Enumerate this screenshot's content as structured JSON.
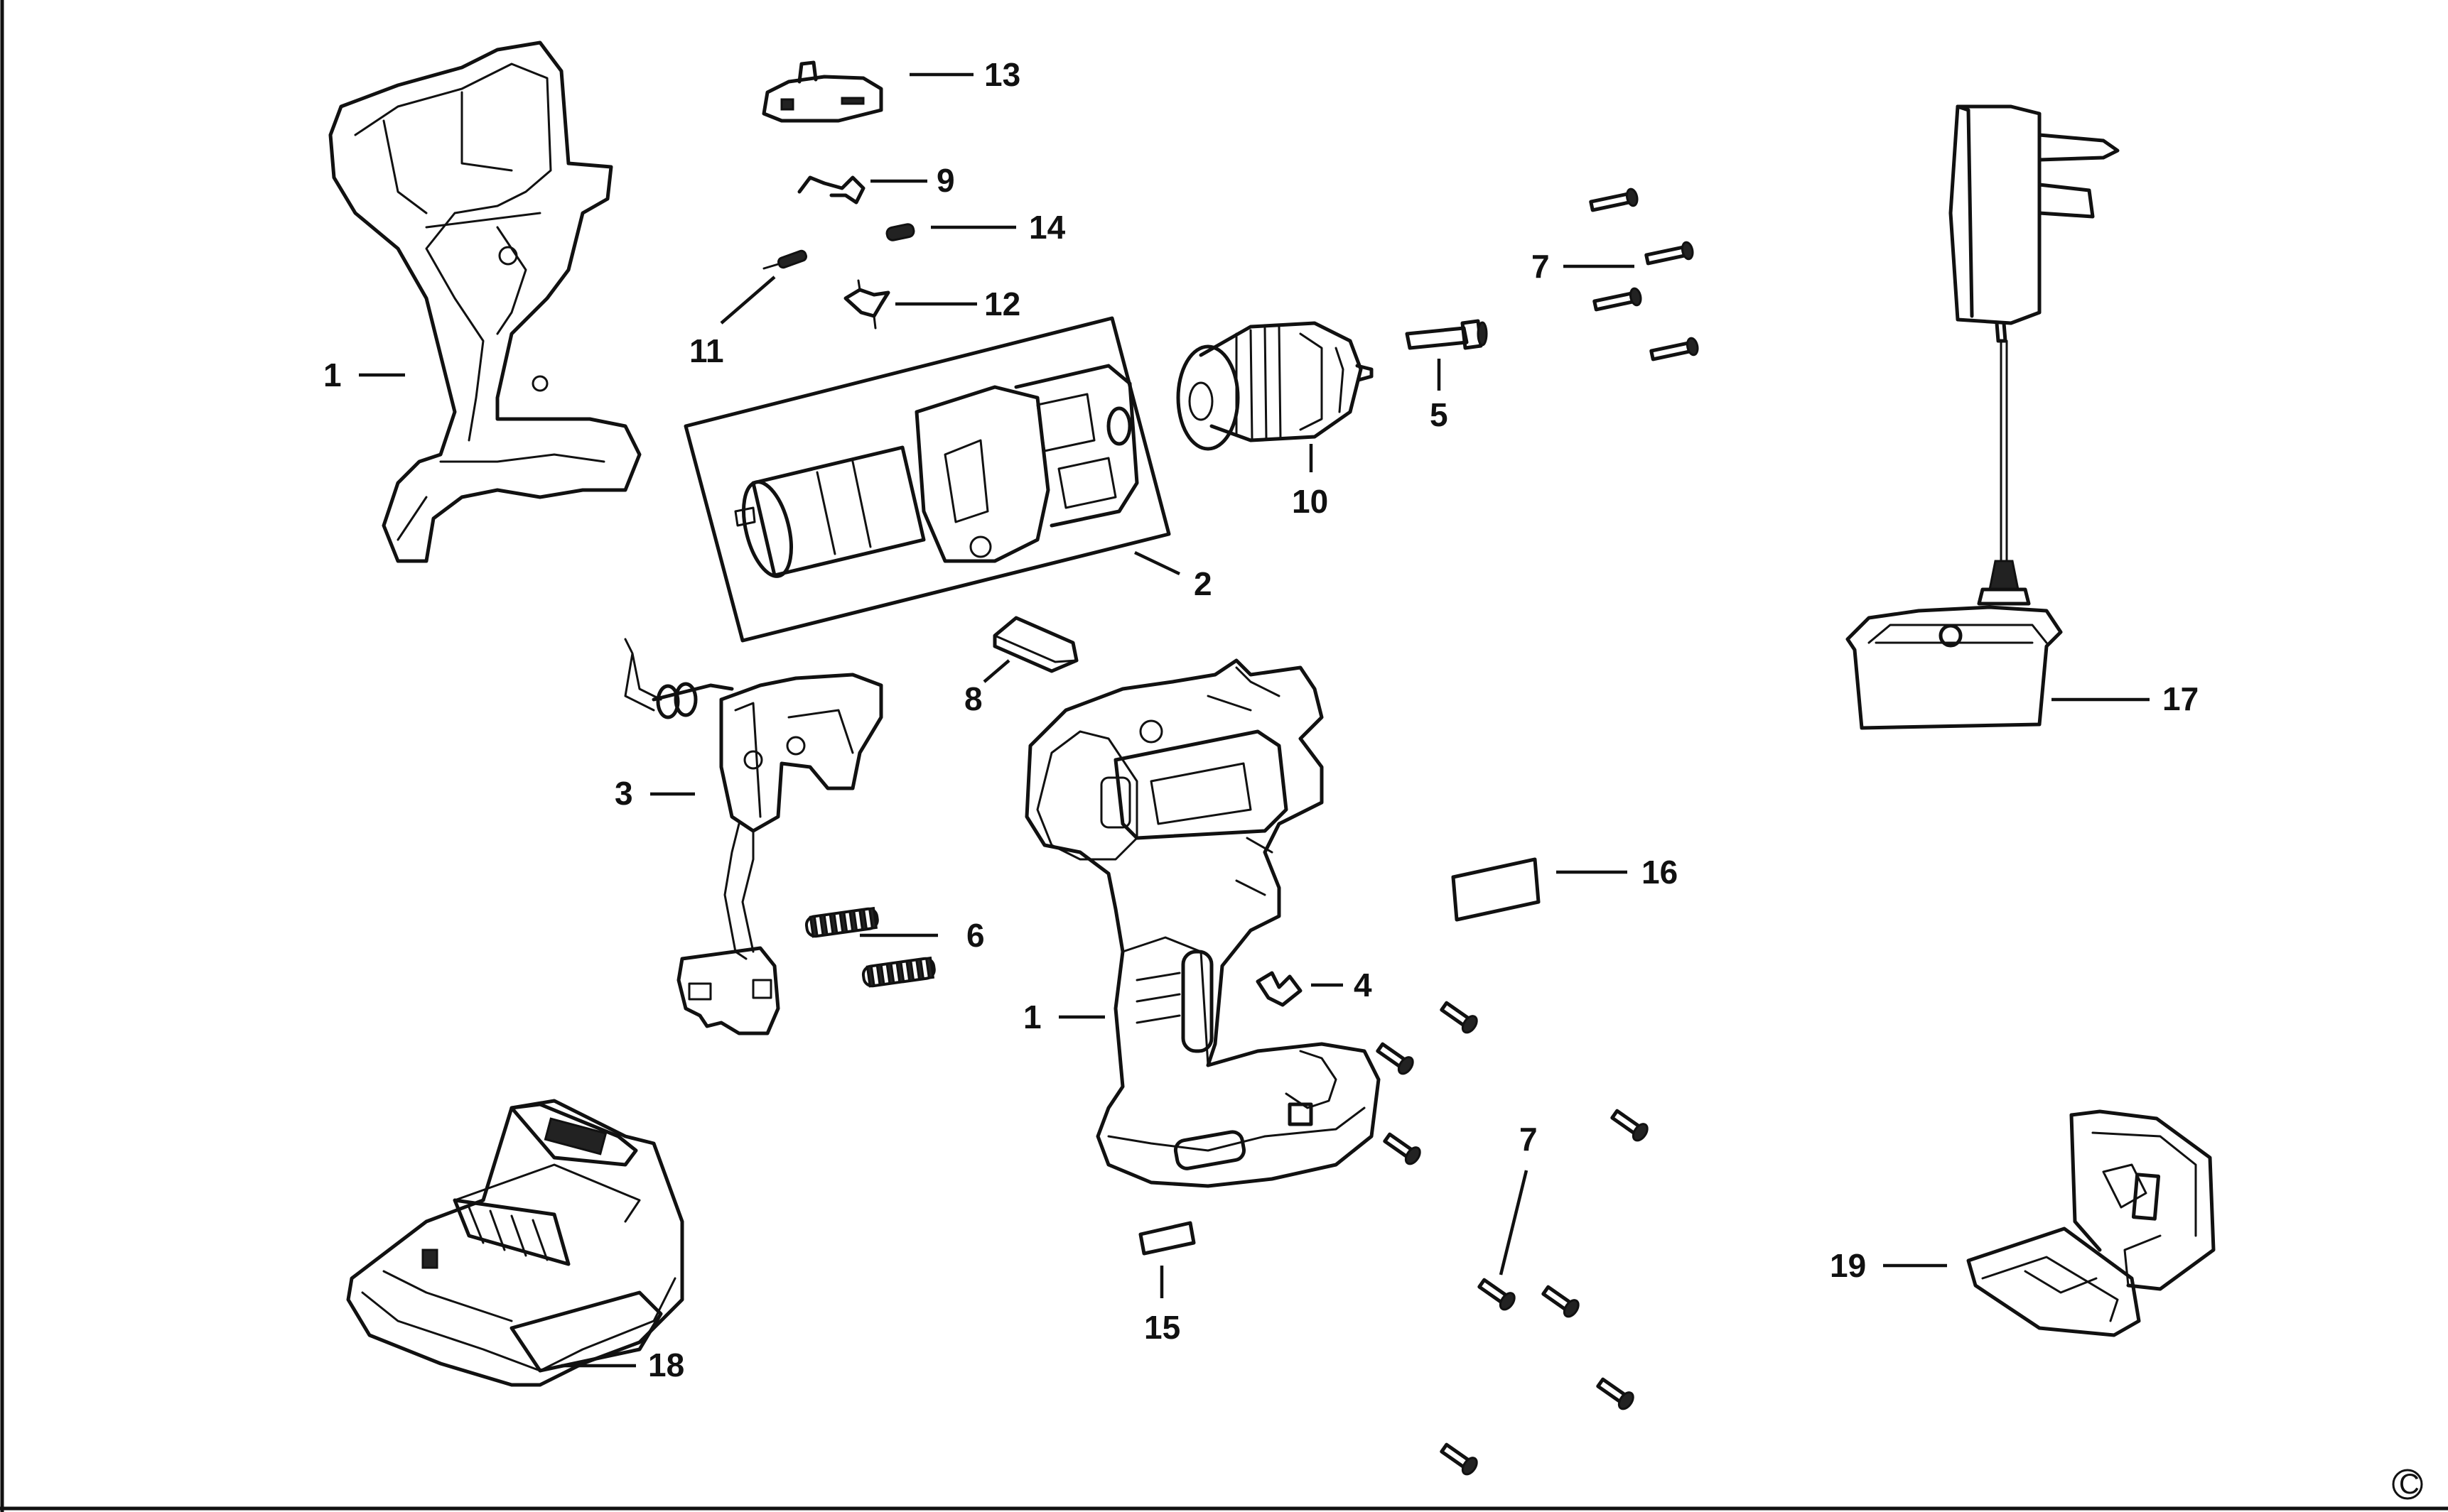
{
  "diagram": {
    "labels": {
      "p1a": "1",
      "p13": "13",
      "p9": "9",
      "p14": "14",
      "p11": "11",
      "p12": "12",
      "p7a": "7",
      "p5": "5",
      "p10": "10",
      "p2": "2",
      "p17": "17",
      "p8": "8",
      "p3": "3",
      "p16": "16",
      "p6": "6",
      "p4": "4",
      "p1b": "1",
      "p7b": "7",
      "p19": "19",
      "p18": "18",
      "p15": "15"
    },
    "copyright": "C"
  }
}
